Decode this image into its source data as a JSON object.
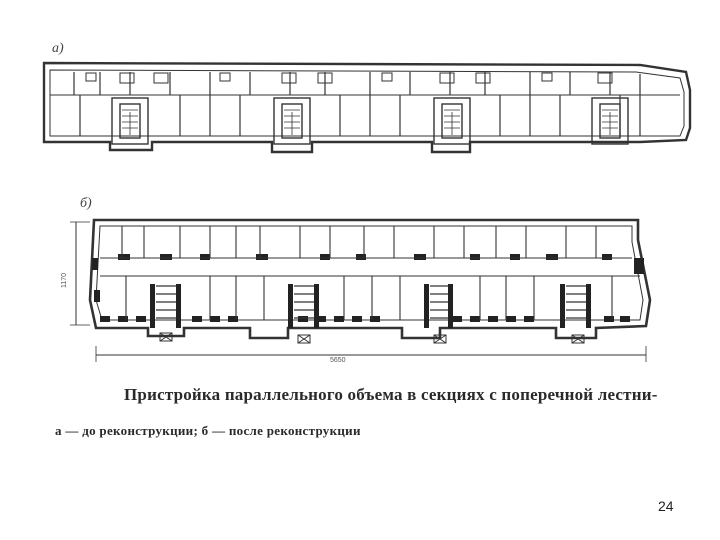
{
  "figure": {
    "label_a": "а)",
    "label_b": "б)",
    "dim_height": "1170",
    "dim_length": "5650"
  },
  "caption": {
    "line1": "Пристройка параллельного объема в секциях с поперечной лестни-",
    "line2": "а — до реконструкции; б — после реконструкции"
  },
  "page_number": "24",
  "colors": {
    "ink": "#333333",
    "paper": "#ffffff"
  }
}
